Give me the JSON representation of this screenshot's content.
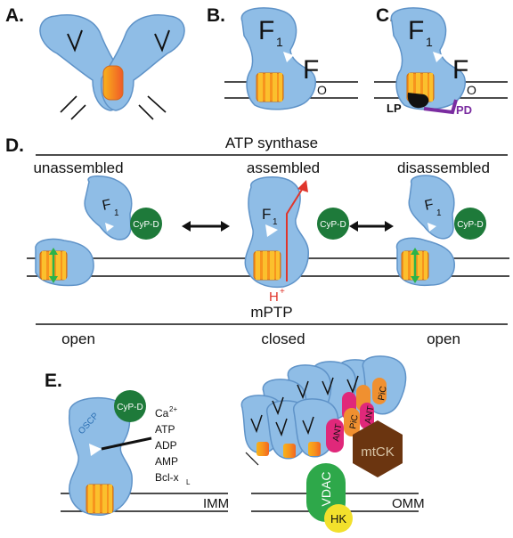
{
  "panels": {
    "a": "A.",
    "b": "B.",
    "c": "C.",
    "d": "D.",
    "e": "E."
  },
  "f1_letter": "F",
  "f1_sub": "1",
  "fo_letter": "F",
  "fo_sub": "O",
  "lp": "LP",
  "pd": "PD",
  "d": {
    "title": "ATP synthase",
    "states": [
      "unassembled",
      "assembled",
      "disassembled"
    ],
    "cypd": "CyP-D",
    "proton": "H",
    "proton_sup": "+",
    "mptp": "mPTP",
    "pore": [
      "open",
      "closed",
      "open"
    ]
  },
  "e": {
    "cypd": "CyP-D",
    "oscp": "OSCP",
    "ligands": [
      "Ca",
      "ATP",
      "ADP",
      "AMP",
      "Bcl-x"
    ],
    "ca_sup": "2+",
    "bcl_sub": "L",
    "imm": "IMM",
    "omm": "OMM",
    "vdac": "VDAC",
    "hk": "HK",
    "mtck": "mtCK",
    "ant": "ANT",
    "pic": "PiC"
  },
  "colors": {
    "f1": "#8fbde6",
    "cypd": "#1e7a3a",
    "arrow_red": "#e0352b",
    "lp": "#111111",
    "pd": "#7a2ca0",
    "mtck": "#6b3510",
    "vdac": "#2ea84a",
    "hk": "#f2e02c",
    "ant": "#e0287a",
    "pic": "#f09030"
  }
}
